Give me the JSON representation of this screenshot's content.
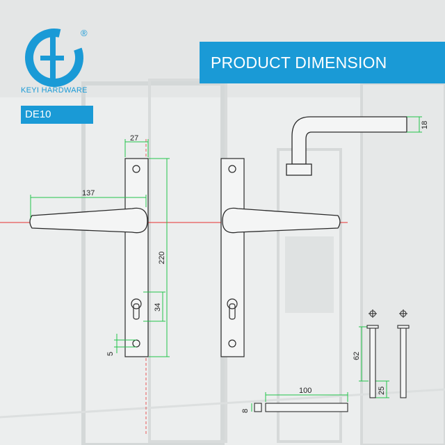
{
  "brand": {
    "name": "KEYI HARDWARE",
    "model": "DE10",
    "registered_mark": "®"
  },
  "banner": {
    "title": "PRODUCT DIMENSION"
  },
  "dimensions": {
    "plate_width": "27",
    "lever_length": "137",
    "plate_height": "220",
    "keyhole_height": "34",
    "screw_offset": "5",
    "lever_thickness": "18",
    "spindle_length": "100",
    "spindle_square": "8",
    "screw_length": "62",
    "screw_thread": "25"
  },
  "colors": {
    "accent": "#1a9ad6",
    "dimension_line": "#22c44a",
    "centerline": "#e63030",
    "outline": "#2a2a2a"
  }
}
